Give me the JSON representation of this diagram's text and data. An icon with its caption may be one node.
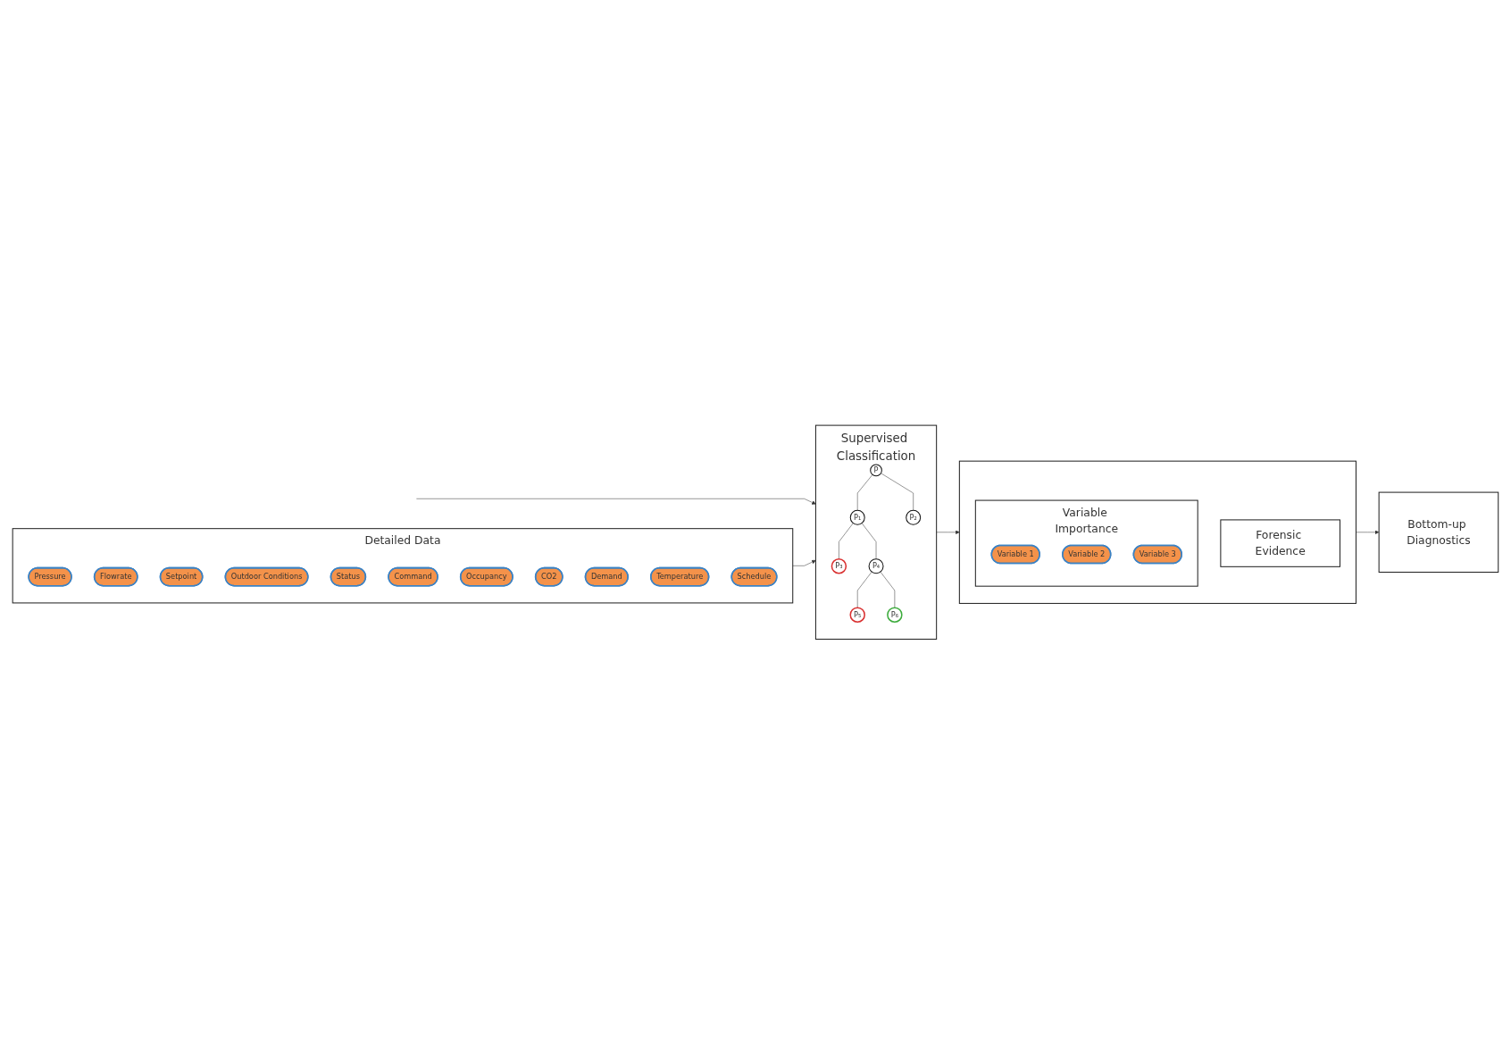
{
  "diagram": {
    "nodes": [
      {
        "text": [
          "Supervised Classification"
        ]
      },
      {
        "text": [
          "P"
        ],
        "in": 0
      },
      {
        "text": [
          "P₁"
        ],
        "in": 0
      },
      {
        "text": [
          "P₂"
        ],
        "in": 0
      },
      {
        "text": [
          "P₃"
        ],
        "in": 0
      },
      {
        "text": [
          "P₄"
        ],
        "in": 0
      },
      {
        "text": [
          "P₅"
        ],
        "in": 0
      },
      {
        "text": [
          "P₆"
        ],
        "in": 0
      },
      {
        "text": [],
        "shape": "box"
      },
      {
        "text": [
          "Variable Importance"
        ],
        "in": 8
      },
      {
        "text": [
          "Variable 1"
        ],
        "in": 9
      },
      {
        "text": [
          "Variable 2"
        ],
        "in": 9
      },
      {
        "text": [
          "Variable 3"
        ],
        "in": 9
      },
      {
        "text": [
          "Forensic Evidence"
        ],
        "in": 8
      },
      {
        "text": [
          "Bottom-up Diagnostics"
        ]
      },
      {
        "text": [
          "Detailed Data"
        ]
      },
      {
        "text": [
          "Pressure"
        ],
        "in": 15
      },
      {
        "text": [
          "Flowrate"
        ],
        "in": 15
      },
      {
        "text": [
          "Setpoint"
        ],
        "in": 15
      },
      {
        "text": [
          "Outdoor Conditions"
        ],
        "in": 15
      },
      {
        "text": [
          "Status"
        ],
        "in": 15
      },
      {
        "text": [
          "Command"
        ],
        "in": 15
      },
      {
        "text": [
          "Occupancy"
        ],
        "in": 15
      },
      {
        "text": [
          "CO2"
        ],
        "in": 15
      },
      {
        "text": [
          "Demand"
        ],
        "in": 15
      },
      {
        "text": [
          "Temperature"
        ],
        "in": 15
      },
      {
        "text": [
          "Schedule"
        ],
        "in": 15
      }
    ],
    "edges": [
      {
        "from": null,
        "to": 0,
        "arrow": "to"
      },
      {
        "from": 1,
        "to": 2,
        "arrow": "none"
      },
      {
        "from": 1,
        "to": 3,
        "arrow": "none"
      },
      {
        "from": 2,
        "to": 4,
        "arrow": "none"
      },
      {
        "from": 2,
        "to": 5,
        "arrow": "none"
      },
      {
        "from": 5,
        "to": 6,
        "arrow": "none"
      },
      {
        "from": 5,
        "to": 7,
        "arrow": "none"
      },
      {
        "from": 0,
        "to": 8,
        "arrow": "to"
      },
      {
        "from": 8,
        "to": 14,
        "arrow": "to"
      },
      {
        "from": 15,
        "to": 0,
        "arrow": "to"
      }
    ]
  }
}
